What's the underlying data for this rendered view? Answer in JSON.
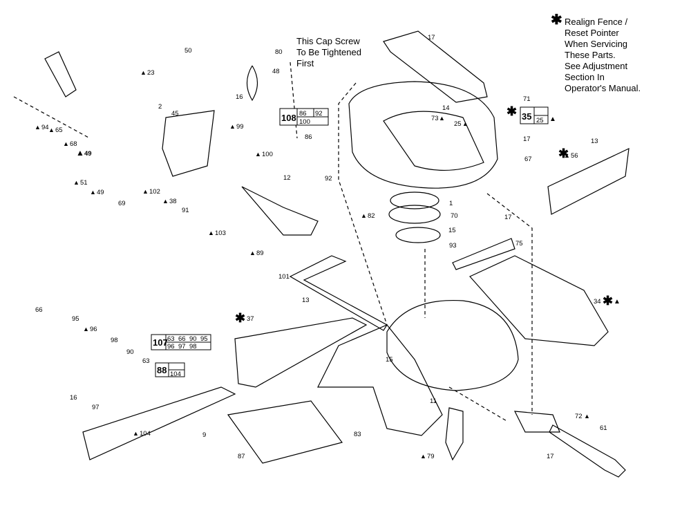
{
  "notes": {
    "fence_note": [
      "Realign Fence /",
      "Reset Pointer",
      "When Servicing",
      "These Parts.",
      "See Adjustment",
      "Section In",
      "Operator's Manual."
    ],
    "cap_screw_note": [
      "This Cap Screw",
      "To Be Tightened",
      "First"
    ]
  },
  "kits": {
    "kit108": {
      "id": "108",
      "parts": [
        "86",
        "92",
        "100"
      ]
    },
    "kit107": {
      "id": "107",
      "parts": [
        "63",
        "66",
        "90",
        "95",
        "96",
        "97",
        "98"
      ]
    },
    "kit35": {
      "id": "35",
      "parts": [
        "25"
      ]
    },
    "kit88": {
      "id": "88",
      "parts": [
        "104"
      ]
    }
  },
  "callouts": {
    "p1": "1",
    "p2": "2",
    "p9": "9",
    "p11": "11",
    "p12": "12",
    "p13a": "13",
    "p13b": "13",
    "p14": "14",
    "p15a": "15",
    "p15b": "15",
    "p16a": "16",
    "p16b": "16",
    "p17a": "17",
    "p17b": "17",
    "p17c": "17",
    "p17d": "17",
    "p23": "23",
    "p25": "25",
    "p34": "34",
    "p37": "37",
    "p38": "38",
    "p45": "45",
    "p48": "48",
    "p49a": "49",
    "p49b": "49",
    "p50": "50",
    "p51": "51",
    "p56": "56",
    "p61": "61",
    "p63": "63",
    "p65": "65",
    "p66": "66",
    "p67": "67",
    "p68": "68",
    "p69": "69",
    "p70": "70",
    "p71": "71",
    "p72": "72",
    "p73": "73",
    "p75": "75",
    "p79": "79",
    "p80": "80",
    "p82": "82",
    "p83": "83",
    "p86": "86",
    "p87": "87",
    "p89": "89",
    "p90": "90",
    "p91": "91",
    "p92": "92",
    "p93": "93",
    "p94": "94",
    "p95": "95",
    "p96": "96",
    "p97": "97",
    "p98": "98",
    "p99": "99",
    "p100": "100",
    "p101": "101",
    "p102": "102",
    "p103": "103",
    "p104": "104"
  },
  "symbols": {
    "asterisk": "✱",
    "triangle": "▲"
  }
}
